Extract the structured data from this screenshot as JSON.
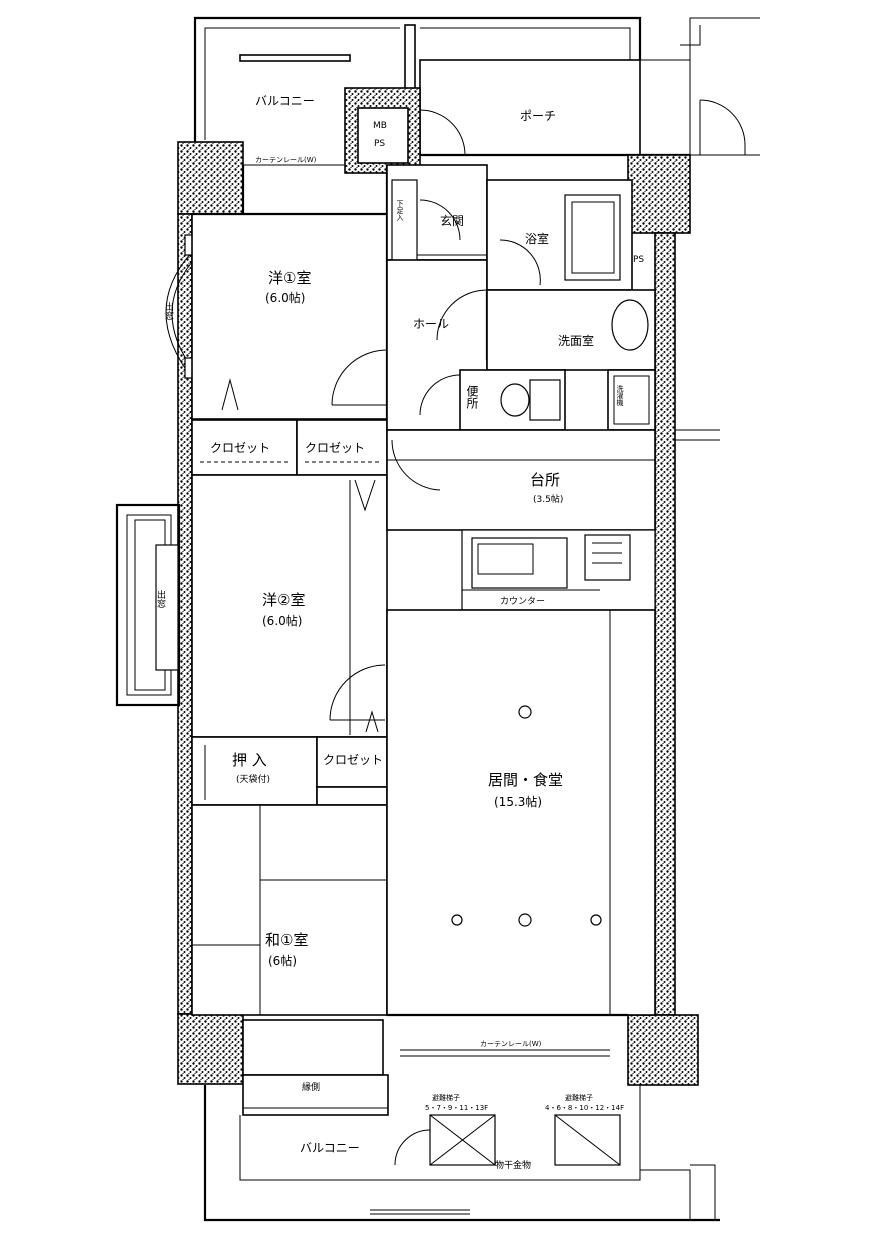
{
  "rooms": {
    "balcony_top": "バルコニー",
    "porch": "ポーチ",
    "mb_ps": [
      "MB",
      "PS"
    ],
    "entrance": "玄関",
    "shoe_box": "下足入",
    "bath": "浴室",
    "ps_right": "PS",
    "hall": "ホール",
    "washroom": "洗面室",
    "toilet": "便所",
    "laundry": "洗濯機",
    "western1_name": "洋①室",
    "western1_size": "(6.0帖)",
    "bay_window": "出窓",
    "closet1": "クロゼット",
    "closet2": "クロゼット",
    "kitchen_name": "台所",
    "kitchen_size": "(3.5帖)",
    "counter": "カウンター",
    "western2_name": "洋②室",
    "western2_size": "(6.0帖)",
    "bay_window2": "出窓",
    "oshiire": "押 入",
    "oshiire_sub": "(天袋付)",
    "closet3": "クロゼット",
    "living_name": "居間・食堂",
    "living_size": "(15.3帖)",
    "washitsu_name": "和①室",
    "washitsu_size": "(6帖)",
    "engawa": "縁側",
    "balcony_bottom": "バルコニー",
    "storage": "物干金物",
    "curtain_rail_top": "カーテンレール(W)",
    "curtain_rail_bottom": "カーテンレール(W)",
    "note_left": [
      "避難梯子",
      "5・7・9・11・13F"
    ],
    "note_right": [
      "避難梯子",
      "4・6・8・10・12・14F"
    ]
  }
}
